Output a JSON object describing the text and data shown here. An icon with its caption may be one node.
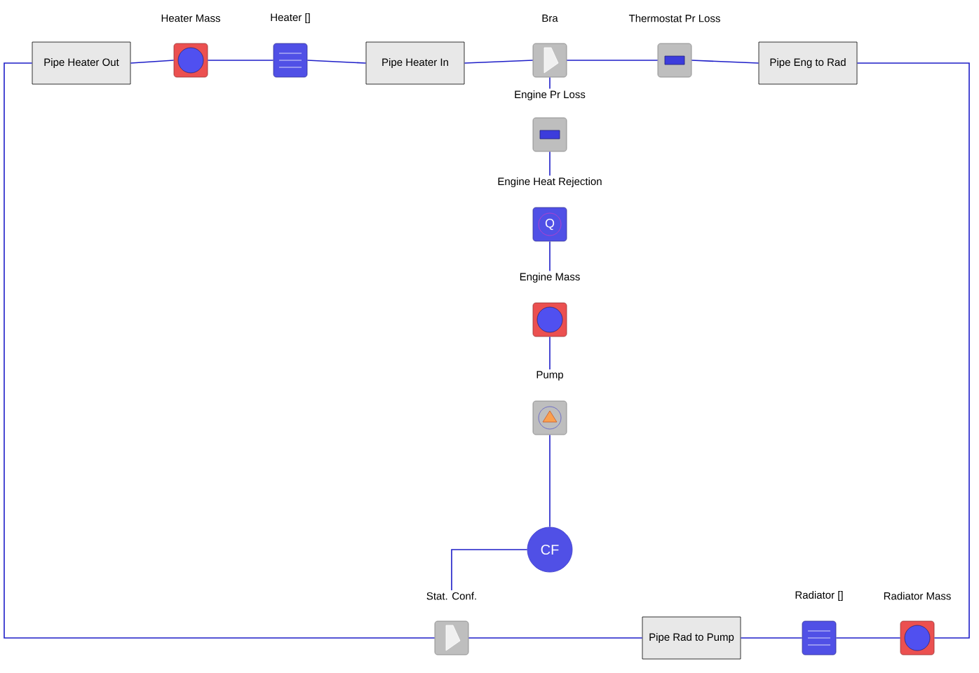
{
  "diagram": {
    "nodes": [
      {
        "text": [
          "Pipe Heater Out"
        ]
      },
      {
        "text": [
          "Heater Mass"
        ]
      },
      {
        "text": [
          "Heater []"
        ]
      },
      {
        "text": [
          "Pipe Heater In"
        ]
      },
      {
        "text": [
          "Bra"
        ]
      },
      {
        "text": [
          "Thermostat Pr Loss"
        ]
      },
      {
        "text": [
          "Pipe Eng to Rad"
        ]
      },
      {
        "text": [
          "Engine Pr Loss"
        ]
      },
      {
        "text": [
          "Engine Heat Rejection",
          "Q"
        ]
      },
      {
        "text": [
          "Engine Mass"
        ]
      },
      {
        "text": [
          "Pump"
        ]
      },
      {
        "text": [
          "CF"
        ]
      },
      {
        "text": [
          "Stat. Conf."
        ]
      },
      {
        "text": [
          "Pipe Rad to Pump"
        ]
      },
      {
        "text": [
          "Radiator []"
        ]
      },
      {
        "text": [
          "Radiator Mass"
        ]
      }
    ],
    "edges": [
      {
        "from": 0,
        "to": 1,
        "arrow": "none"
      },
      {
        "from": 1,
        "to": 2,
        "arrow": "none"
      },
      {
        "from": 2,
        "to": 3,
        "arrow": "none"
      },
      {
        "from": 3,
        "to": 4,
        "arrow": "none"
      },
      {
        "from": 4,
        "to": 5,
        "arrow": "none"
      },
      {
        "from": 5,
        "to": 6,
        "arrow": "none"
      },
      {
        "from": 6,
        "to": 15,
        "arrow": "none"
      },
      {
        "from": 15,
        "to": 14,
        "arrow": "none"
      },
      {
        "from": 14,
        "to": 13,
        "arrow": "none"
      },
      {
        "from": 13,
        "to": 12,
        "arrow": "none"
      },
      {
        "from": 12,
        "to": 0,
        "arrow": "none"
      },
      {
        "from": 4,
        "to": 7,
        "arrow": "none"
      },
      {
        "from": 7,
        "to": 8,
        "arrow": "none"
      },
      {
        "from": 8,
        "to": 9,
        "arrow": "none"
      },
      {
        "from": 9,
        "to": 10,
        "arrow": "none"
      },
      {
        "from": 10,
        "to": 11,
        "arrow": "none"
      },
      {
        "from": 11,
        "to": 12,
        "arrow": "none"
      }
    ]
  }
}
